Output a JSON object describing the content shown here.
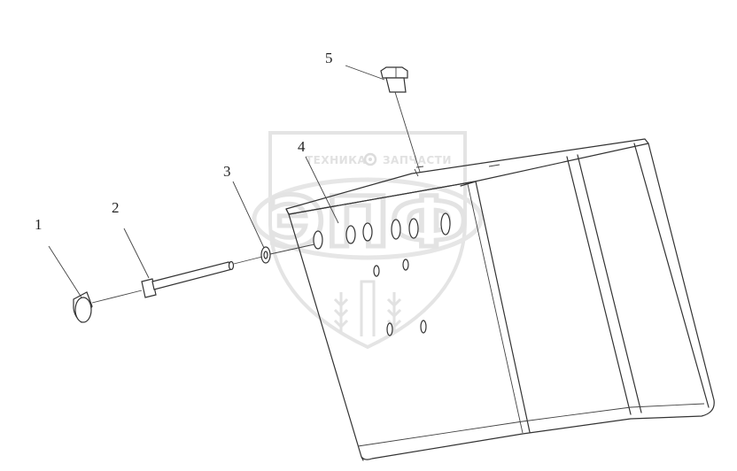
{
  "watermark": {
    "left_word": "ТЕХНИКА",
    "right_word": "ЗАПЧАСТИ",
    "logo": "ЭПФ",
    "shield_color": "#e4e4e4",
    "emblem_icon": "gear-icon"
  },
  "callouts": [
    {
      "id": "1",
      "label": "1"
    },
    {
      "id": "2",
      "label": "2"
    },
    {
      "id": "3",
      "label": "3"
    },
    {
      "id": "4",
      "label": "4"
    },
    {
      "id": "5",
      "label": "5"
    }
  ],
  "line_color": "#333333"
}
